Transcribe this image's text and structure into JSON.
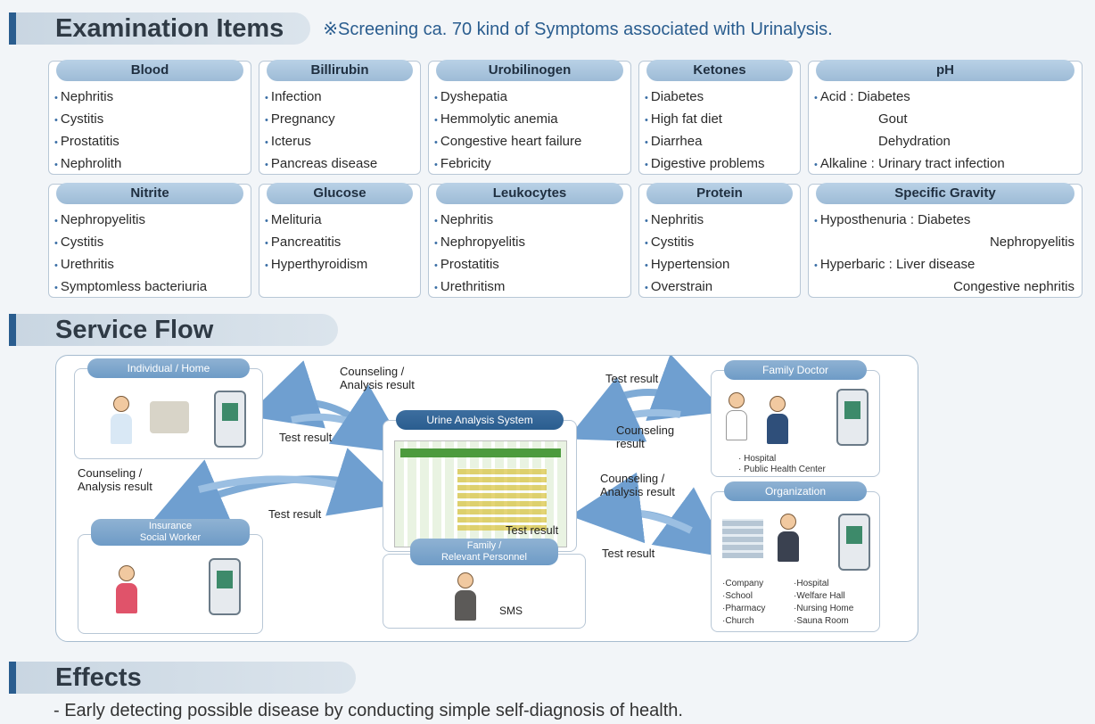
{
  "sections": {
    "examination": {
      "title": "Examination Items",
      "note": "※Screening ca. 70 kind of Symptoms associated with Urinalysis."
    },
    "service_flow": {
      "title": "Service Flow"
    },
    "effects": {
      "title": "Effects",
      "text": "- Early detecting possible disease by conducting simple self-diagnosis of health."
    }
  },
  "cards_row1": [
    {
      "title": "Blood",
      "items": [
        "Nephritis",
        "Cystitis",
        "Prostatitis",
        "Nephrolith"
      ]
    },
    {
      "title": "Billirubin",
      "items": [
        "Infection",
        "Pregnancy",
        "Icterus",
        "Pancreas disease"
      ]
    },
    {
      "title": "Urobilinogen",
      "items": [
        "Dyshepatia",
        "Hemmolytic anemia",
        "Congestive heart failure",
        "Febricity"
      ]
    },
    {
      "title": "Ketones",
      "items": [
        "Diabetes",
        "High fat diet",
        "Diarrhea",
        "Digestive problems"
      ]
    },
    {
      "title": "pH",
      "items": [
        "Acid : Diabetes",
        "Gout",
        "Dehydration",
        "Alkaline : Urinary tract infection"
      ]
    }
  ],
  "cards_row2": [
    {
      "title": "Nitrite",
      "items": [
        "Nephropyelitis",
        "Cystitis",
        "Urethritis",
        "Symptomless bacteriuria"
      ]
    },
    {
      "title": "Glucose",
      "items": [
        "Melituria",
        "Pancreatitis",
        "Hyperthyroidism"
      ]
    },
    {
      "title": "Leukocytes",
      "items": [
        "Nephritis",
        "Nephropyelitis",
        "Prostatitis",
        "Urethritism"
      ]
    },
    {
      "title": "Protein",
      "items": [
        "Nephritis",
        "Cystitis",
        "Hypertension",
        "Overstrain"
      ]
    },
    {
      "title": "Specific Gravity",
      "items": [
        "Hyposthenuria : Diabetes",
        "Nephropyelitis",
        "Hyperbaric : Liver disease",
        "Congestive nephritis"
      ]
    }
  ],
  "flow": {
    "individual": "Individual / Home",
    "family_doctor": "Family Doctor",
    "doctor_places": [
      "Hospital",
      "Public Health Center"
    ],
    "urine_system": "Urine Analysis System",
    "insurance": [
      "Insurance",
      "Social Worker"
    ],
    "family": [
      "Family /",
      "Relevant Personnel"
    ],
    "sms": "SMS",
    "organization": "Organization",
    "org_places_left": [
      "Company",
      "School",
      "Pharmacy",
      "Church"
    ],
    "org_places_right": [
      "Hospital",
      "Welfare Hall",
      "Nursing Home",
      "Sauna Room"
    ],
    "labels": {
      "counseling_top": [
        "Counseling /",
        "Analysis result"
      ],
      "test_result_left": "Test result",
      "test_result_right_top": "Test result",
      "counseling_result_right": [
        "Counseling",
        "result"
      ],
      "counseling_left": [
        "Counseling /",
        "Analysis result"
      ],
      "test_result_mid": "Test result",
      "counseling_right": [
        "Counseling /",
        "Analysis result"
      ],
      "test_result_center": "Test result",
      "test_result_bottom_right": "Test result"
    }
  },
  "colors": {
    "accent": "#2a5d8f",
    "pill": "#c9d6e2",
    "arrow": "#6f9fd0"
  }
}
